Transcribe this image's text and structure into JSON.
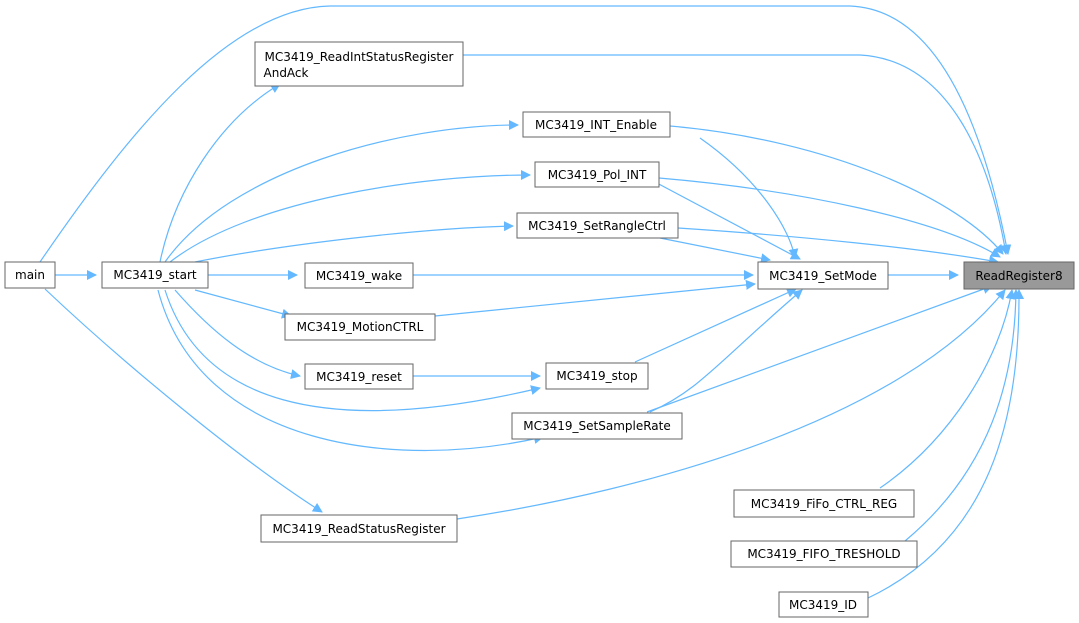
{
  "graph": {
    "edge_color": "#63b8ff",
    "node_border": "#666666",
    "focus_fill": "#999999",
    "nodes": {
      "main": "main",
      "start": "MC3419_start",
      "readint": [
        "MC3419_ReadIntStatusRegister",
        "AndAck"
      ],
      "intenable": "MC3419_INT_Enable",
      "polint": "MC3419_Pol_INT",
      "setrangle": "MC3419_SetRangleCtrl",
      "wake": "MC3419_wake",
      "setmode": "MC3419_SetMode",
      "readreg": "ReadRegister8",
      "motion": "MC3419_MotionCTRL",
      "reset": "MC3419_reset",
      "stop": "MC3419_stop",
      "samplerate": "MC3419_SetSampleRate",
      "readstatus": "MC3419_ReadStatusRegister",
      "fifoctrl": "MC3419_FiFo_CTRL_REG",
      "fifothresh": "MC3419_FIFO_TRESHOLD",
      "id": "MC3419_ID"
    }
  }
}
